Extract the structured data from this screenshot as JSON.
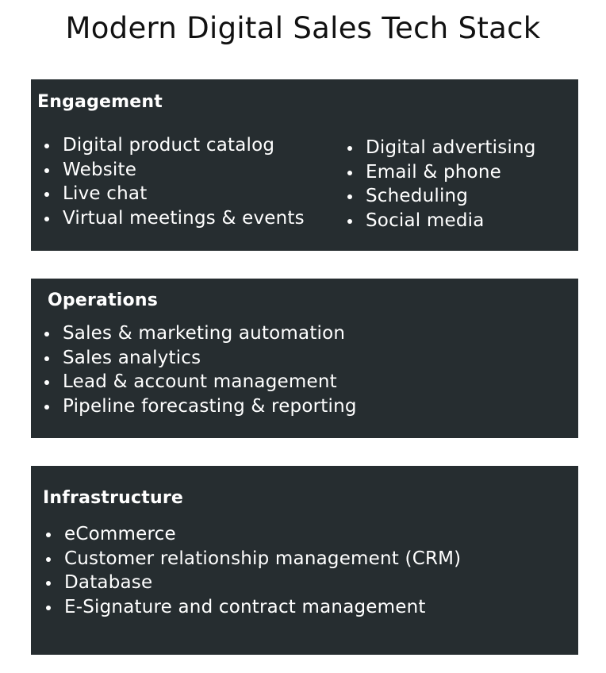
{
  "title": "Modern Digital Sales Tech Stack",
  "sections": [
    {
      "heading": "Engagement",
      "columns": [
        [
          "Digital product catalog",
          "Website",
          "Live chat",
          "Virtual meetings & events"
        ],
        [
          "Digital advertising",
          "Email & phone",
          "Scheduling",
          "Social media"
        ]
      ]
    },
    {
      "heading": "Operations",
      "items": [
        "Sales & marketing automation",
        "Sales analytics",
        "Lead & account management",
        "Pipeline forecasting & reporting"
      ]
    },
    {
      "heading": "Infrastructure",
      "items": [
        "eCommerce",
        "Customer relationship management (CRM)",
        "Database",
        "E-Signature and contract management"
      ]
    }
  ],
  "colors": {
    "box_background": "#262d30",
    "box_text": "#ffffff",
    "title_text": "#111111"
  }
}
